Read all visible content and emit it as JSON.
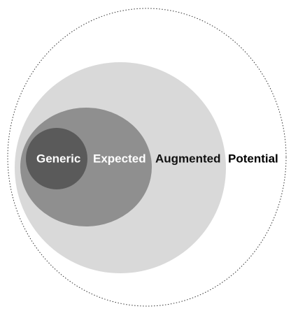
{
  "layers": [
    {
      "label": "Potential",
      "fill": "#ffffff",
      "stroke": "#333333",
      "text_color": "#000000"
    },
    {
      "label": "Augmented",
      "fill": "#d9d9d9",
      "text_color": "#111111"
    },
    {
      "label": "Expected",
      "fill": "#8f8f8f",
      "text_color": "#ffffff"
    },
    {
      "label": "Generic",
      "fill": "#5a5a5a",
      "text_color": "#ffffff"
    }
  ]
}
